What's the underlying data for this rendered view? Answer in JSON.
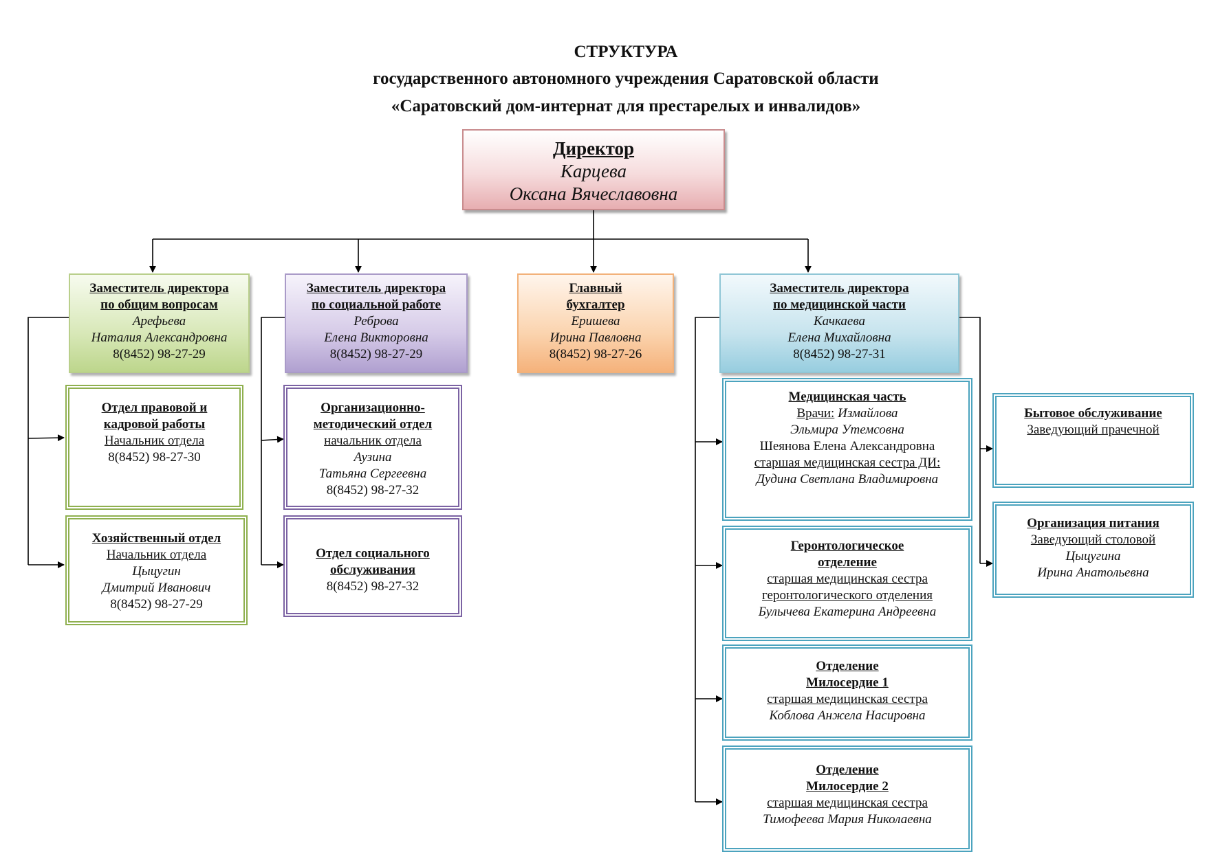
{
  "header": {
    "line1": "СТРУКТУРА",
    "line2": "государственного автономного учреждения Саратовской области",
    "line3": "«Саратовский дом-интернат для престарелых и инвалидов»"
  },
  "director": {
    "title": "Директор",
    "surname": "Карцева",
    "name": "Оксана Вячеславовна"
  },
  "deputy_general": {
    "title1": "Заместитель директора",
    "title2": "по общим вопросам",
    "surname": "Арефьева",
    "name": "Наталия Александровна",
    "phone": "8(8452) 98-27-29"
  },
  "legal_dept": {
    "title1": "Отдел правовой и",
    "title2": "кадровой работы",
    "role": "Начальник отдела",
    "phone": "8(8452) 98-27-30"
  },
  "household_dept": {
    "title": "Хозяйственный отдел",
    "role": "Начальник отдела",
    "surname": "Цыцугин",
    "name": "Дмитрий Иванович",
    "phone": "8(8452) 98-27-29"
  },
  "deputy_social": {
    "title1": "Заместитель директора",
    "title2": "по социальной работе",
    "surname": "Реброва",
    "name": "Елена Викторовна",
    "phone": "8(8452) 98-27-29"
  },
  "method_dept": {
    "title1": "Организационно-",
    "title2": "методический отдел",
    "role": "начальник отдела",
    "surname": "Аузина",
    "name": "Татьяна Сергеевна",
    "phone": "8(8452) 98-27-32"
  },
  "social_service_dept": {
    "title1": "Отдел социального",
    "title2": "обслуживания",
    "phone": "8(8452) 98-27-32"
  },
  "accountant": {
    "title1": "Главный",
    "title2": "бухгалтер",
    "surname": "Еришева",
    "name": "Ирина Павловна",
    "phone": "8(8452) 98-27-26"
  },
  "deputy_medical": {
    "title1": "Заместитель директора",
    "title2": "по медицинской части",
    "surname": "Качкаева",
    "name": "Елена Михайловна",
    "phone": "8(8452) 98-27-31"
  },
  "medical_unit": {
    "title": "Медицинская часть",
    "doctors_label": "Врачи:",
    "doctor1_surname": "Измайлова",
    "doctor1_name": "Эльмира Утемсовна",
    "doctor2": "Шеянова Елена Александровна",
    "head_nurse_role": "старшая медицинская сестра ДИ:",
    "head_nurse": "Дудина Светлана Владимировна"
  },
  "gerontology": {
    "title1": "Геронтологическое",
    "title2": "отделение",
    "role1": "старшая медицинская сестра",
    "role2": "геронтологического отделения",
    "person": "Булычева Екатерина Андреевна"
  },
  "mercy1": {
    "title1": "Отделение",
    "title2": "Милосердие 1",
    "role": "старшая медицинская сестра",
    "person": "Коблова Анжела Насировна"
  },
  "mercy2": {
    "title1": "Отделение",
    "title2": "Милосердие 2",
    "role": "старшая медицинская сестра",
    "person": "Тимофеева Мария Николаевна"
  },
  "domestic": {
    "title": "Бытовое обслуживание",
    "role": "Заведующий прачечной"
  },
  "catering": {
    "title": "Организация питания",
    "role": "Заведующий столовой",
    "surname": "Цыцугина",
    "name": "Ирина Анатольевна"
  }
}
